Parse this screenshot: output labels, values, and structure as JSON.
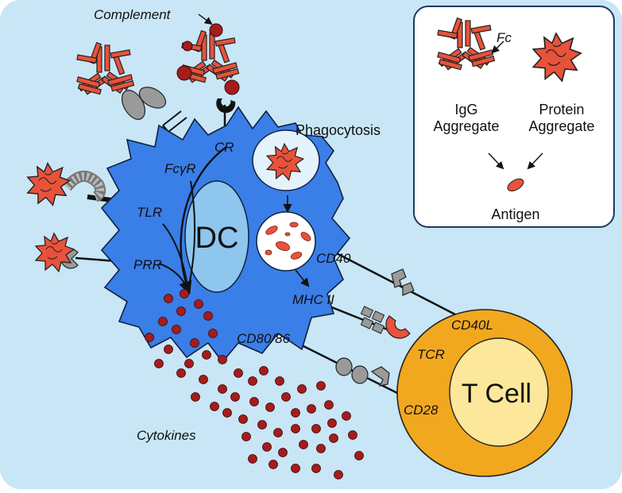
{
  "labels": {
    "complement": "Complement",
    "fc_gamma_r": "FcγR",
    "cr": "CR",
    "tlr": "TLR",
    "prr": "PRR",
    "dc": "DC",
    "phagocytosis": "Phagocytosis",
    "cd40": "CD40",
    "mhc_ii": "MHC II",
    "cd80_86": "CD80/86",
    "cd40l": "CD40L",
    "tcr": "TCR",
    "cd28": "CD28",
    "t_cell": "T Cell",
    "cytokines": "Cytokines"
  },
  "legend": {
    "fc": "Fc",
    "igg_line1": "IgG",
    "igg_line2": "Aggregate",
    "protein_line1": "Protein",
    "protein_line2": "Aggregate",
    "antigen": "Antigen"
  },
  "colors": {
    "background": "#c8e6f5",
    "dc_body": "#3a7ee8",
    "nucleus": "#8ec6ee",
    "aggregate_red": "#e8523a",
    "complement_dark": "#a51c1c",
    "cytokine": "#a51c1c",
    "receptor_gray": "#9a9a9a",
    "tcell_outer": "#f2a81e",
    "tcell_inner": "#fde79a"
  }
}
